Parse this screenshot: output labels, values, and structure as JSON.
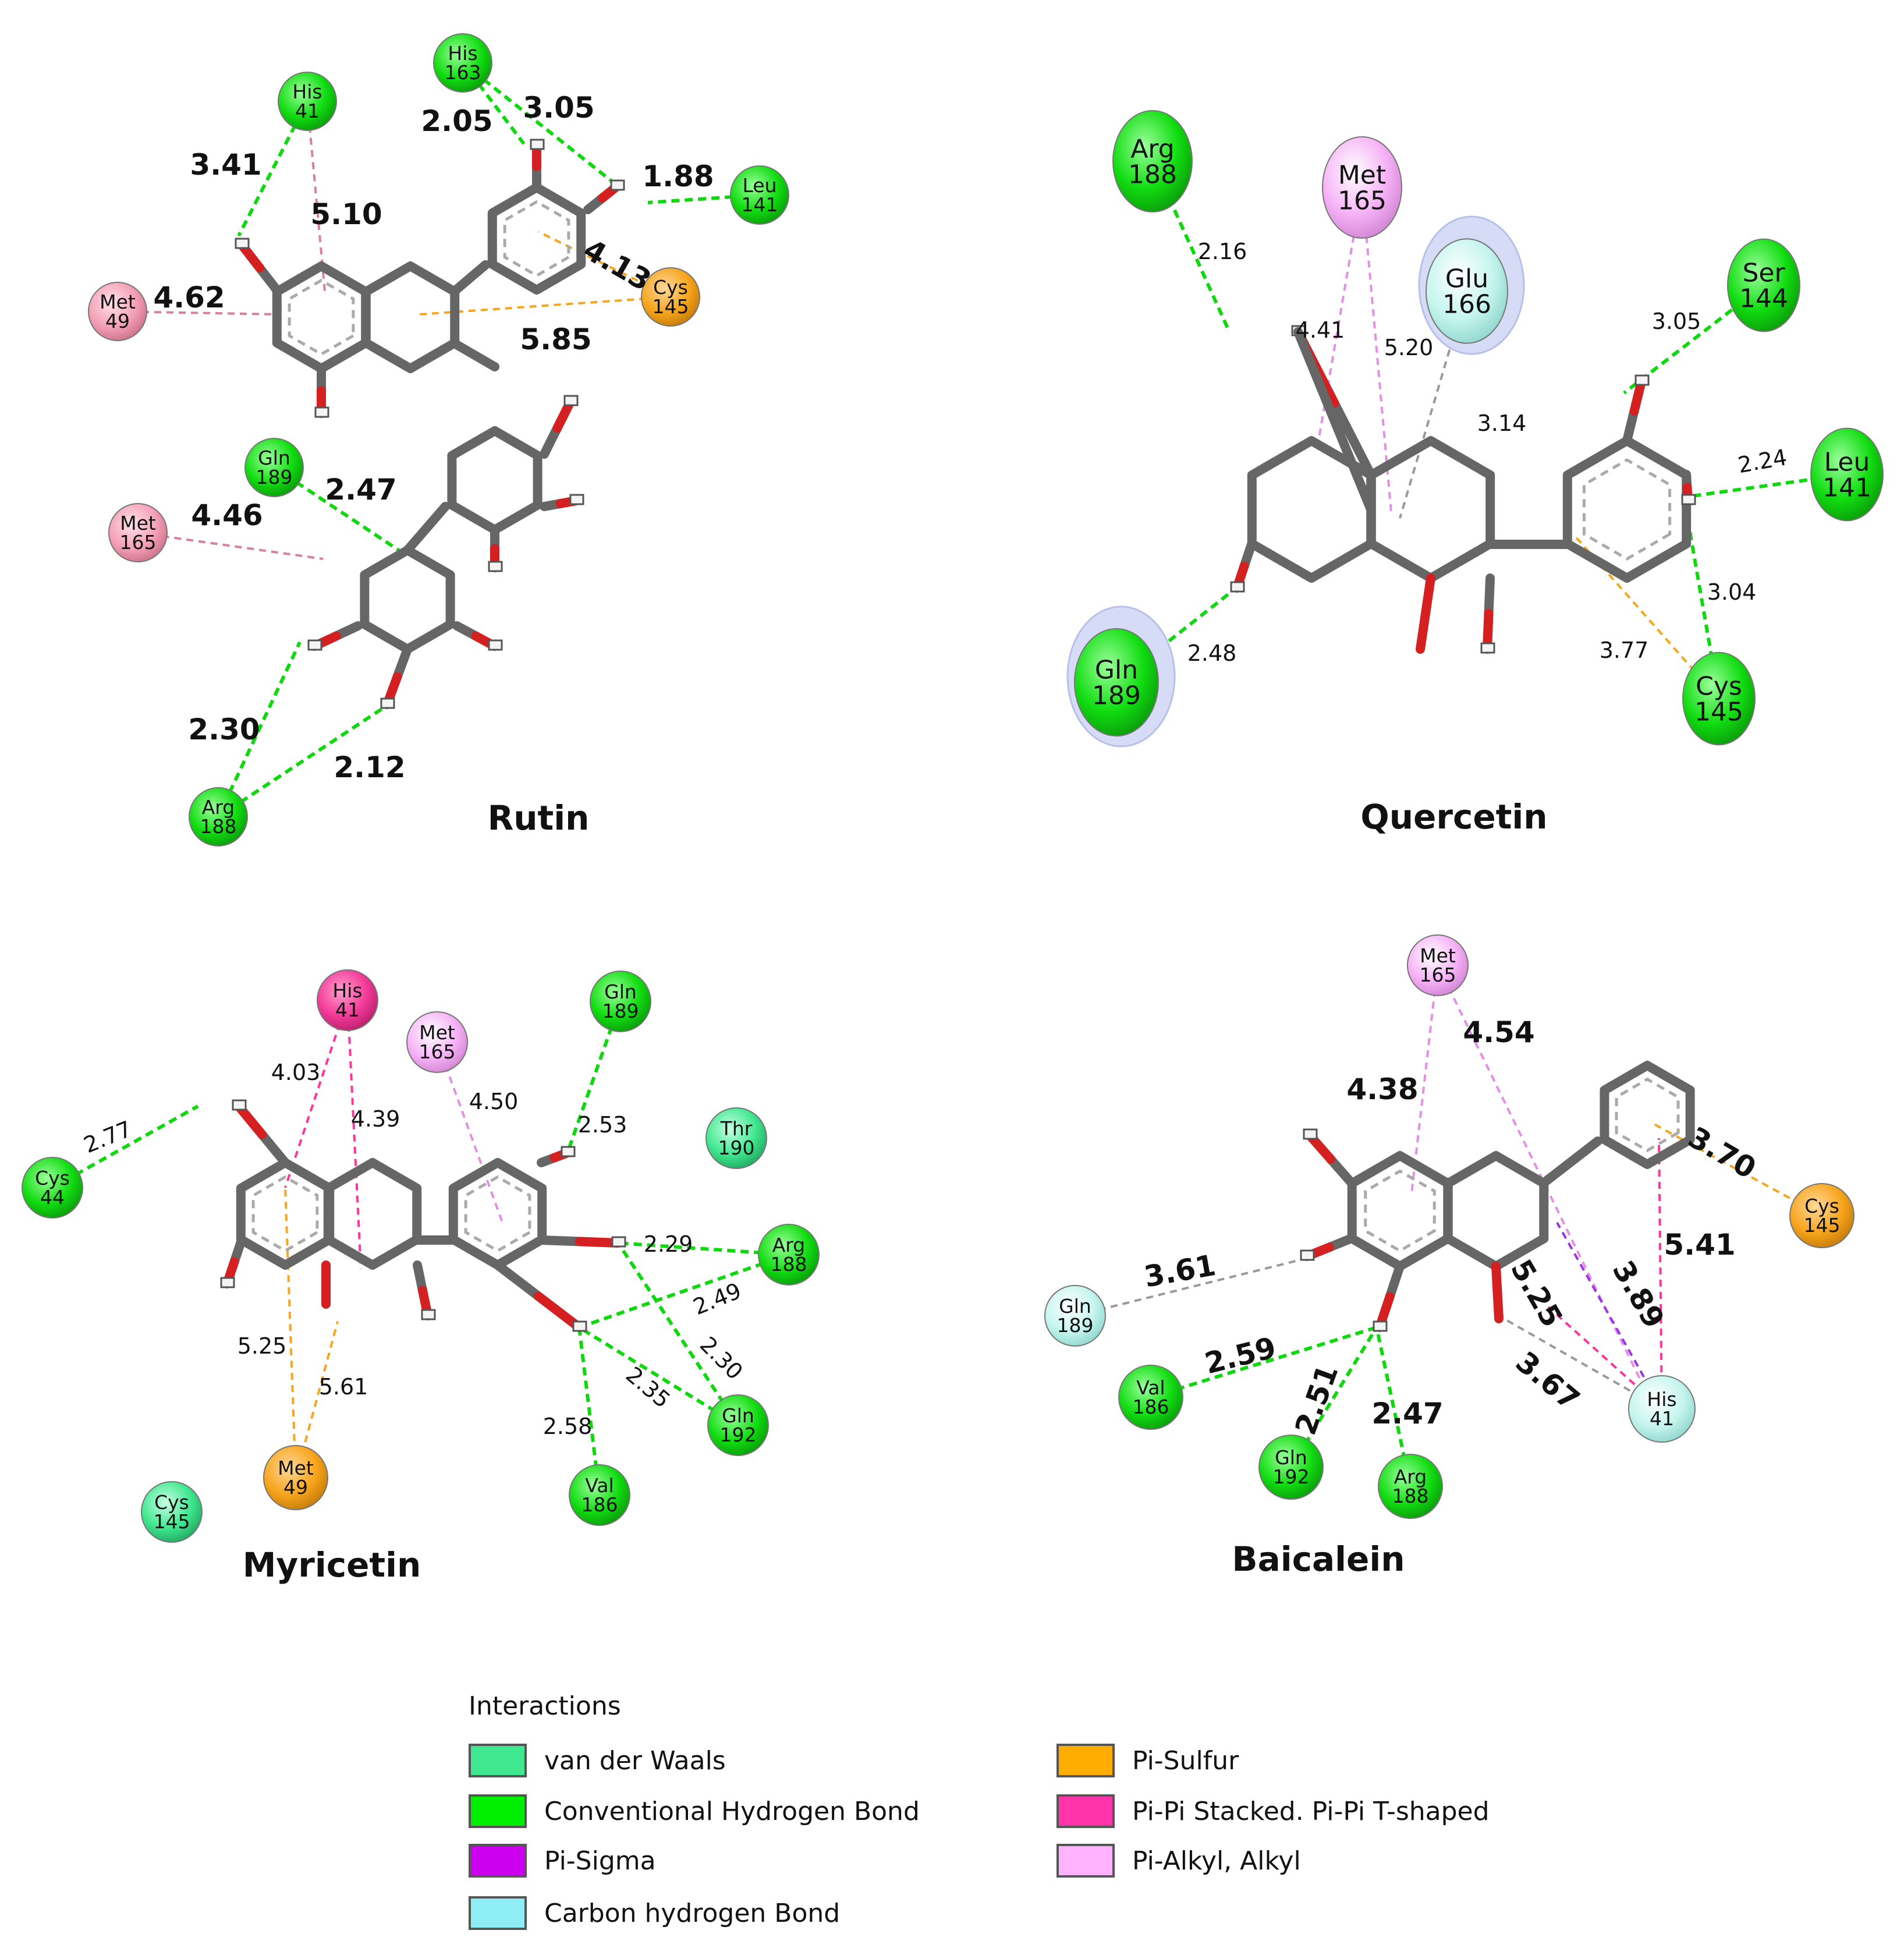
{
  "panels": [
    {
      "title": "Rutin",
      "residues": [
        {
          "name": "His",
          "num": "41",
          "type": "hbond"
        },
        {
          "name": "His",
          "num": "163",
          "type": "hbond"
        },
        {
          "name": "Leu",
          "num": "141",
          "type": "hbond"
        },
        {
          "name": "Cys",
          "num": "145",
          "type": "pisulfur"
        },
        {
          "name": "Met",
          "num": "49",
          "type": "alkyl"
        },
        {
          "name": "Gln",
          "num": "189",
          "type": "hbond"
        },
        {
          "name": "Met",
          "num": "165",
          "type": "alkyl"
        },
        {
          "name": "Arg",
          "num": "188",
          "type": "hbond"
        }
      ],
      "distances": [
        "3.41",
        "5.10",
        "2.05",
        "3.05",
        "1.88",
        "4.13",
        "5.85",
        "4.62",
        "2.47",
        "4.46",
        "2.30",
        "2.12"
      ]
    },
    {
      "title": "Quercetin",
      "residues": [
        {
          "name": "Arg",
          "num": "188",
          "type": "hbond"
        },
        {
          "name": "Met",
          "num": "165",
          "type": "pialkyl"
        },
        {
          "name": "Glu",
          "num": "166",
          "type": "carbonh"
        },
        {
          "name": "Ser",
          "num": "144",
          "type": "hbond"
        },
        {
          "name": "Leu",
          "num": "141",
          "type": "hbond"
        },
        {
          "name": "Gln",
          "num": "189",
          "type": "hbond"
        },
        {
          "name": "Cys",
          "num": "145",
          "type": "hbond"
        }
      ],
      "distances": [
        "2.16",
        "4.41",
        "5.20",
        "3.14",
        "3.05",
        "2.24",
        "3.04",
        "3.77",
        "2.48"
      ]
    },
    {
      "title": "Myricetin",
      "residues": [
        {
          "name": "His",
          "num": "41",
          "type": "pipi"
        },
        {
          "name": "Met",
          "num": "165",
          "type": "pialkyl"
        },
        {
          "name": "Gln",
          "num": "189",
          "type": "hbond"
        },
        {
          "name": "Thr",
          "num": "190",
          "type": "vdw"
        },
        {
          "name": "Cys",
          "num": "44",
          "type": "hbond"
        },
        {
          "name": "Arg",
          "num": "188",
          "type": "hbond"
        },
        {
          "name": "Gln",
          "num": "192",
          "type": "hbond"
        },
        {
          "name": "Val",
          "num": "186",
          "type": "hbond"
        },
        {
          "name": "Met",
          "num": "49",
          "type": "pisulfur"
        },
        {
          "name": "Cys",
          "num": "145",
          "type": "vdw"
        }
      ],
      "distances": [
        "4.03",
        "4.39",
        "4.50",
        "2.53",
        "2.77",
        "2.29",
        "2.49",
        "2.30",
        "2.35",
        "2.58",
        "5.25",
        "5.61"
      ]
    },
    {
      "title": "Baicalein",
      "residues": [
        {
          "name": "Met",
          "num": "165",
          "type": "pialkyl"
        },
        {
          "name": "Cys",
          "num": "145",
          "type": "pisulfur"
        },
        {
          "name": "Gln",
          "num": "189",
          "type": "carbonh"
        },
        {
          "name": "Val",
          "num": "186",
          "type": "hbond"
        },
        {
          "name": "Gln",
          "num": "192",
          "type": "hbond"
        },
        {
          "name": "Arg",
          "num": "188",
          "type": "hbond"
        },
        {
          "name": "His",
          "num": "41",
          "type": "carbonh"
        }
      ],
      "distances": [
        "4.38",
        "4.54",
        "3.70",
        "5.41",
        "3.61",
        "2.59",
        "2.51",
        "2.47",
        "5.25",
        "3.89",
        "3.67"
      ]
    }
  ],
  "legend": {
    "title": "Interactions",
    "items": [
      {
        "label": "van der Waals",
        "color": "#3fe78f"
      },
      {
        "label": "Conventional Hydrogen Bond",
        "color": "#00ee00"
      },
      {
        "label": "Pi-Sigma",
        "color": "#cc00ee"
      },
      {
        "label": "Carbon hydrogen Bond",
        "color": "#8feef5"
      },
      {
        "label": "Pi-Sulfur",
        "color": "#ffae00"
      },
      {
        "label": "Pi-Pi Stacked. Pi-Pi T-shaped",
        "color": "#ff33aa"
      },
      {
        "label": "Pi-Alkyl, Alkyl",
        "color": "#ffb3ff"
      }
    ]
  },
  "colors": {
    "hbond": "#0fd80f",
    "vdw": "#3fe78f",
    "carbonh": "#bff3ec",
    "pisulfur": "#f7a51c",
    "pipi": "#ff3399",
    "pialkyl": "#f6b2f6",
    "alkyl": "#f4a0b8",
    "bond": "#666666",
    "oxygen": "#d42020"
  }
}
